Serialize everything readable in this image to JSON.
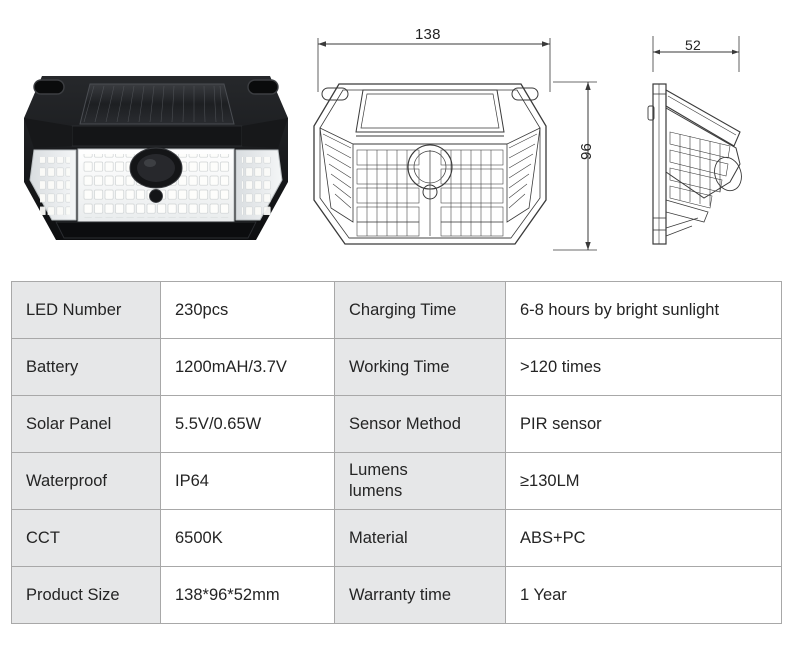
{
  "product_visuals": {
    "photo": {
      "alt_name": "solar-led-wall-light-photo",
      "description": "Black solar powered outdoor LED wall light with solar panel on top and PIR motion sensor"
    },
    "front_view": {
      "name": "front-view-technical-drawing",
      "width_dimension": "138",
      "height_dimension": "96",
      "unit_implied": "mm"
    },
    "side_view": {
      "name": "side-view-technical-drawing",
      "depth_dimension": "52",
      "unit_implied": "mm"
    }
  },
  "spec_table": {
    "rows": [
      {
        "label_a": "LED Number",
        "value_a": "230pcs",
        "label_b": "Charging Time",
        "value_b": "6-8 hours by bright sunlight"
      },
      {
        "label_a": "Battery",
        "value_a": "1200mAH/3.7V",
        "label_b": "Working Time",
        "value_b": ">120 times"
      },
      {
        "label_a": "Solar Panel",
        "value_a": "5.5V/0.65W",
        "label_b": "Sensor Method",
        "value_b": "PIR sensor"
      },
      {
        "label_a": "Waterproof",
        "value_a": "IP64",
        "label_b": "Lumens\nlumens",
        "value_b": "≥130LM"
      },
      {
        "label_a": "CCT",
        "value_a": "6500K",
        "label_b": "Material",
        "value_b": "ABS+PC"
      },
      {
        "label_a": "Product Size",
        "value_a": "138*96*52mm",
        "label_b": "Warranty time",
        "value_b": "1 Year"
      }
    ]
  },
  "colors": {
    "page_background": "#ffffff",
    "label_cell_background": "#e6e7e8",
    "value_cell_background": "#ffffff",
    "table_border": "#a8a8a8",
    "text": "#242424",
    "drawing_line": "#3a3a3a",
    "lamp_body": "#141414"
  }
}
